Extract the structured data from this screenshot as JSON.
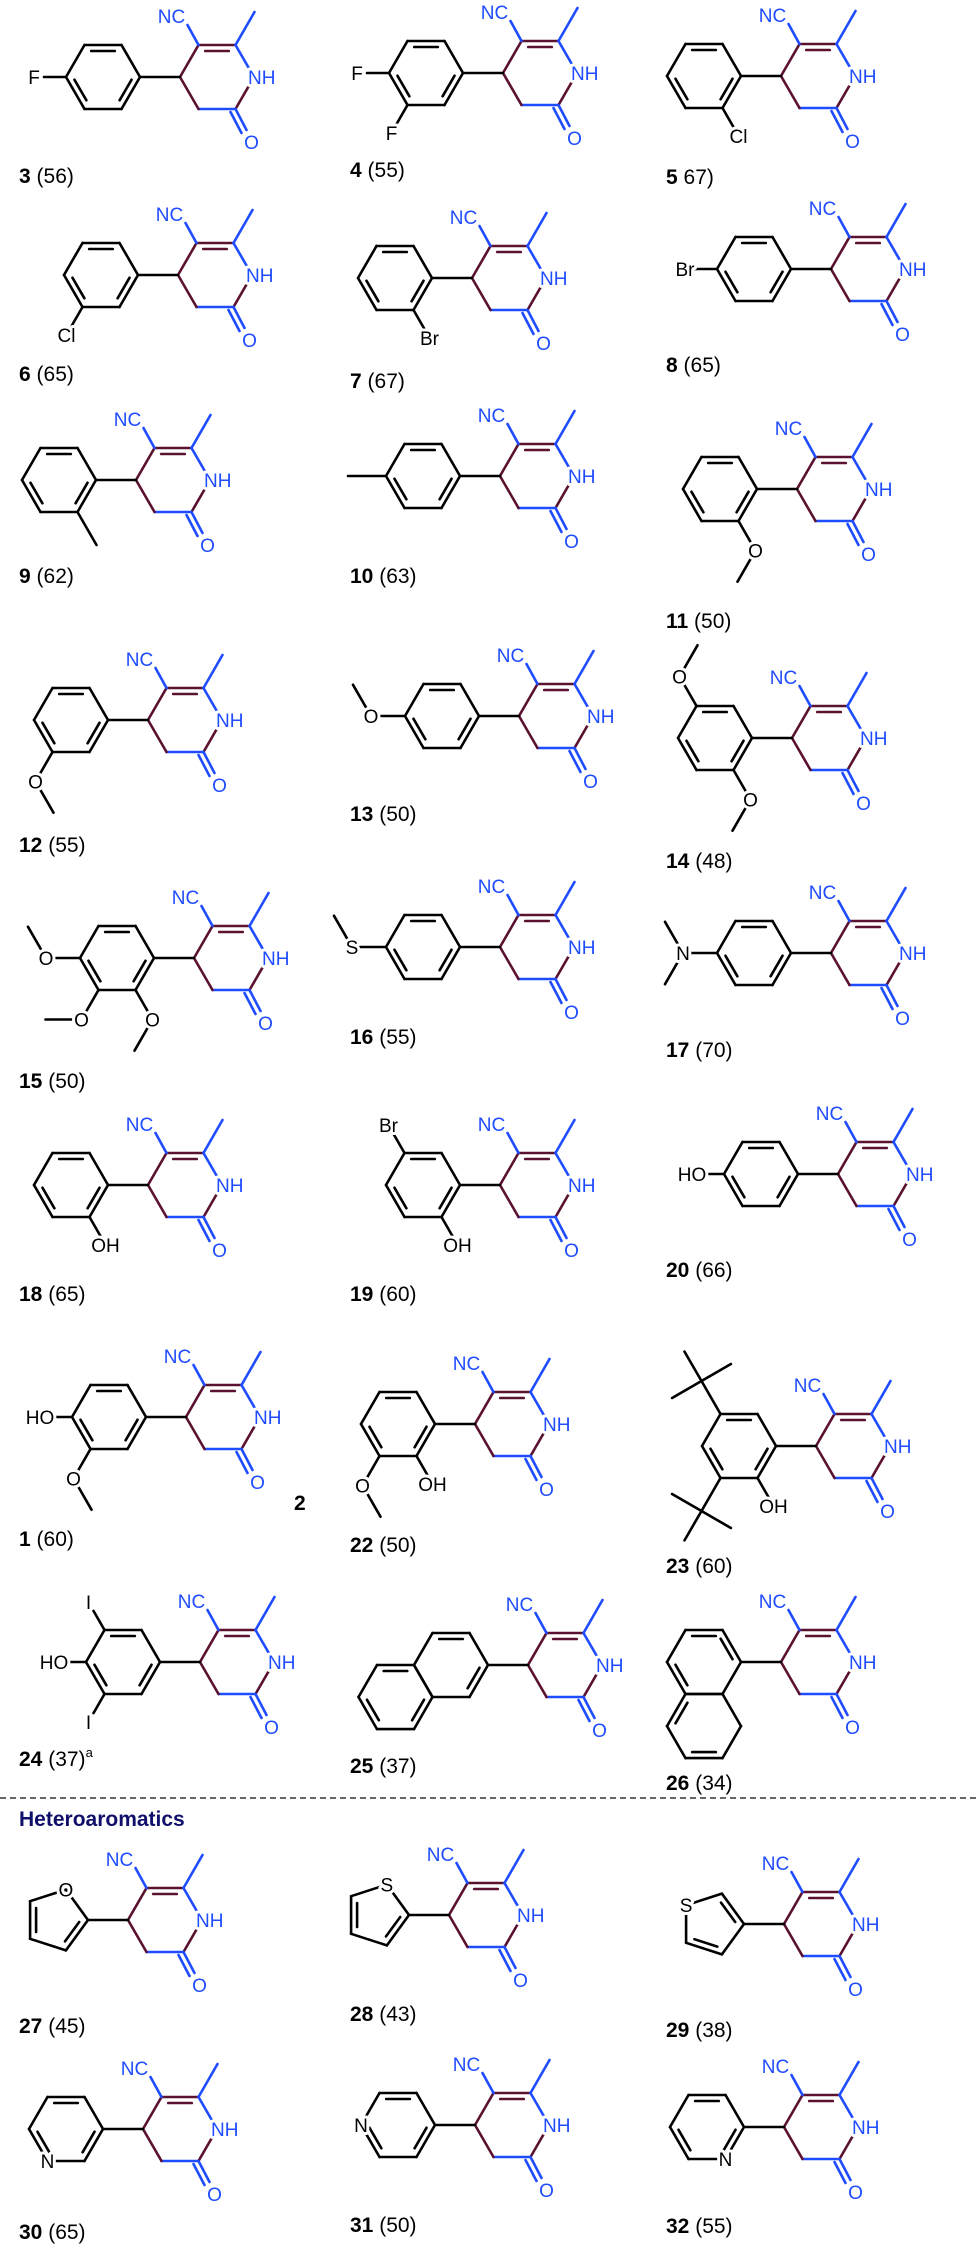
{
  "colors": {
    "core_blue": "#1f4cff",
    "core_maroon": "#5a1230",
    "aryl": "#000000",
    "section_title": "#10106b",
    "divider": "#333333"
  },
  "core_labels": {
    "nitrile": "NC",
    "amine": "NH",
    "carbonyl": "O"
  },
  "section_title": "Heteroaromatics",
  "compounds": [
    {
      "id": "3",
      "yield": "(56)",
      "aryl": "phenyl",
      "substituents": [
        {
          "pos": 3,
          "type": "atom",
          "label": "F"
        }
      ]
    },
    {
      "id": "4",
      "yield": "(55)",
      "aryl": "phenyl",
      "substituents": [
        {
          "pos": 3,
          "type": "atom",
          "label": "F"
        },
        {
          "pos": 2,
          "type": "atom",
          "label": "F"
        }
      ]
    },
    {
      "id": "5",
      "yield": "67)",
      "aryl": "phenyl",
      "substituents": [
        {
          "pos": 1,
          "type": "atom",
          "label": "Cl"
        }
      ]
    },
    {
      "id": "6",
      "yield": "(65)",
      "aryl": "phenyl",
      "substituents": [
        {
          "pos": 2,
          "type": "atom",
          "label": "Cl"
        }
      ]
    },
    {
      "id": "7",
      "yield": "(67)",
      "aryl": "phenyl",
      "substituents": [
        {
          "pos": 1,
          "type": "atom",
          "label": "Br"
        }
      ]
    },
    {
      "id": "8",
      "yield": "(65)",
      "aryl": "phenyl",
      "substituents": [
        {
          "pos": 3,
          "type": "atom",
          "label": "Br"
        }
      ]
    },
    {
      "id": "9",
      "yield": "(62)",
      "aryl": "phenyl",
      "substituents": [
        {
          "pos": 1,
          "type": "methyl"
        }
      ]
    },
    {
      "id": "10",
      "yield": "(63)",
      "aryl": "phenyl",
      "substituents": [
        {
          "pos": 3,
          "type": "methyl"
        }
      ]
    },
    {
      "id": "11",
      "yield": "(50)",
      "aryl": "phenyl",
      "substituents": [
        {
          "pos": 1,
          "type": "methoxy",
          "label": "O"
        }
      ]
    },
    {
      "id": "12",
      "yield": "(55)",
      "aryl": "phenyl",
      "substituents": [
        {
          "pos": 2,
          "type": "methoxy",
          "label": "O"
        }
      ]
    },
    {
      "id": "13",
      "yield": "(50)",
      "aryl": "phenyl",
      "substituents": [
        {
          "pos": 3,
          "type": "methoxy",
          "label": "O"
        }
      ]
    },
    {
      "id": "14",
      "yield": "(48)",
      "aryl": "phenyl",
      "substituents": [
        {
          "pos": 4,
          "type": "methoxy",
          "label": "O"
        },
        {
          "pos": 1,
          "type": "methoxy",
          "label": "O"
        }
      ]
    },
    {
      "id": "15",
      "yield": "(50)",
      "aryl": "phenyl",
      "substituents": [
        {
          "pos": 3,
          "type": "methoxy",
          "label": "O"
        },
        {
          "pos": 2,
          "type": "methoxy",
          "label": "O"
        },
        {
          "pos": 1,
          "type": "methoxy",
          "label": "O"
        }
      ]
    },
    {
      "id": "16",
      "yield": "(55)",
      "aryl": "phenyl",
      "substituents": [
        {
          "pos": 3,
          "type": "methylthio",
          "label": "S"
        }
      ]
    },
    {
      "id": "17",
      "yield": "(70)",
      "aryl": "phenyl",
      "substituents": [
        {
          "pos": 3,
          "type": "dimethylamino",
          "label": "N"
        }
      ]
    },
    {
      "id": "18",
      "yield": "(65)",
      "aryl": "phenyl",
      "substituents": [
        {
          "pos": 1,
          "type": "atom",
          "label": "OH"
        }
      ]
    },
    {
      "id": "19",
      "yield": "(60)",
      "aryl": "phenyl",
      "substituents": [
        {
          "pos": 4,
          "type": "atom",
          "label": "Br"
        },
        {
          "pos": 1,
          "type": "atom",
          "label": "OH"
        }
      ]
    },
    {
      "id": "20",
      "yield": "(66)",
      "aryl": "phenyl",
      "substituents": [
        {
          "pos": 3,
          "type": "atom",
          "label": "HO"
        }
      ]
    },
    {
      "id": "1",
      "yield": "(60)",
      "side_label": "2",
      "aryl": "phenyl",
      "substituents": [
        {
          "pos": 3,
          "type": "atom",
          "label": "HO"
        },
        {
          "pos": 2,
          "type": "methoxy",
          "label": "O"
        }
      ]
    },
    {
      "id": "22",
      "yield": "(50)",
      "aryl": "phenyl",
      "substituents": [
        {
          "pos": 1,
          "type": "atom",
          "label": "OH"
        },
        {
          "pos": 2,
          "type": "methoxy",
          "label": "O"
        }
      ]
    },
    {
      "id": "23",
      "yield": "(60)",
      "aryl": "phenyl",
      "substituents": [
        {
          "pos": 4,
          "type": "tert-butyl"
        },
        {
          "pos": 1,
          "type": "atom",
          "label": "OH"
        },
        {
          "pos": 2,
          "type": "tert-butyl"
        }
      ]
    },
    {
      "id": "24",
      "yield": "(37)",
      "note": "a",
      "aryl": "phenyl",
      "substituents": [
        {
          "pos": 4,
          "type": "atom",
          "label": "I"
        },
        {
          "pos": 3,
          "type": "atom",
          "label": "HO"
        },
        {
          "pos": 2,
          "type": "atom",
          "label": "I"
        }
      ]
    },
    {
      "id": "25",
      "yield": "(37)",
      "aryl": "2-naphthyl",
      "substituents": []
    },
    {
      "id": "26",
      "yield": "(34)",
      "aryl": "1-naphthyl",
      "substituents": []
    },
    {
      "id": "27",
      "yield": "(45)",
      "aryl": "furan-2-yl",
      "ring_atom": "O",
      "substituents": []
    },
    {
      "id": "28",
      "yield": "(43)",
      "aryl": "thiophen-2-yl",
      "ring_atom": "S",
      "substituents": []
    },
    {
      "id": "29",
      "yield": "(38)",
      "aryl": "thiophen-3-yl",
      "ring_atom": "S",
      "substituents": []
    },
    {
      "id": "30",
      "yield": "(65)",
      "aryl": "pyridin-3-yl",
      "ring_atom": "N",
      "substituents": []
    },
    {
      "id": "31",
      "yield": "(50)",
      "aryl": "pyridin-4-yl",
      "ring_atom": "N",
      "substituents": []
    },
    {
      "id": "32",
      "yield": "(55)",
      "aryl": "pyridin-2-yl",
      "ring_atom": "N",
      "substituents": []
    }
  ]
}
